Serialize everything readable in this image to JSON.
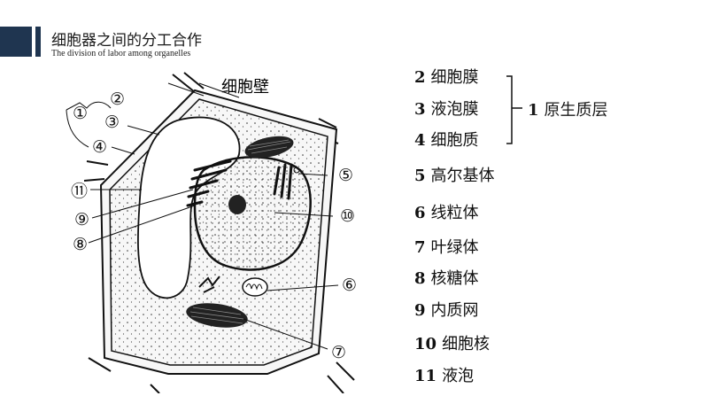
{
  "header": {
    "title": "细胞器之间的分工合作",
    "subtitle": "The division of labor among organelles"
  },
  "diagram": {
    "cell_wall_label": "细胞壁",
    "markers": [
      "①",
      "②",
      "③",
      "④",
      "⑤",
      "⑥",
      "⑦",
      "⑧",
      "⑨",
      "⑩",
      "⑪"
    ]
  },
  "legend": {
    "items": [
      {
        "num": "2",
        "label": "细胞膜"
      },
      {
        "num": "3",
        "label": "液泡膜"
      },
      {
        "num": "4",
        "label": "细胞质"
      },
      {
        "num": "5",
        "label": "高尔基体"
      },
      {
        "num": "6",
        "label": "线粒体"
      },
      {
        "num": "7",
        "label": "叶绿体"
      },
      {
        "num": "8",
        "label": "核糖体"
      },
      {
        "num": "9",
        "label": "内质网"
      },
      {
        "num": "10",
        "label": "细胞核"
      },
      {
        "num": "11",
        "label": "液泡"
      }
    ],
    "group": {
      "num": "1",
      "label": "原生质层"
    }
  },
  "colors": {
    "header_accent": "#1f3550"
  }
}
